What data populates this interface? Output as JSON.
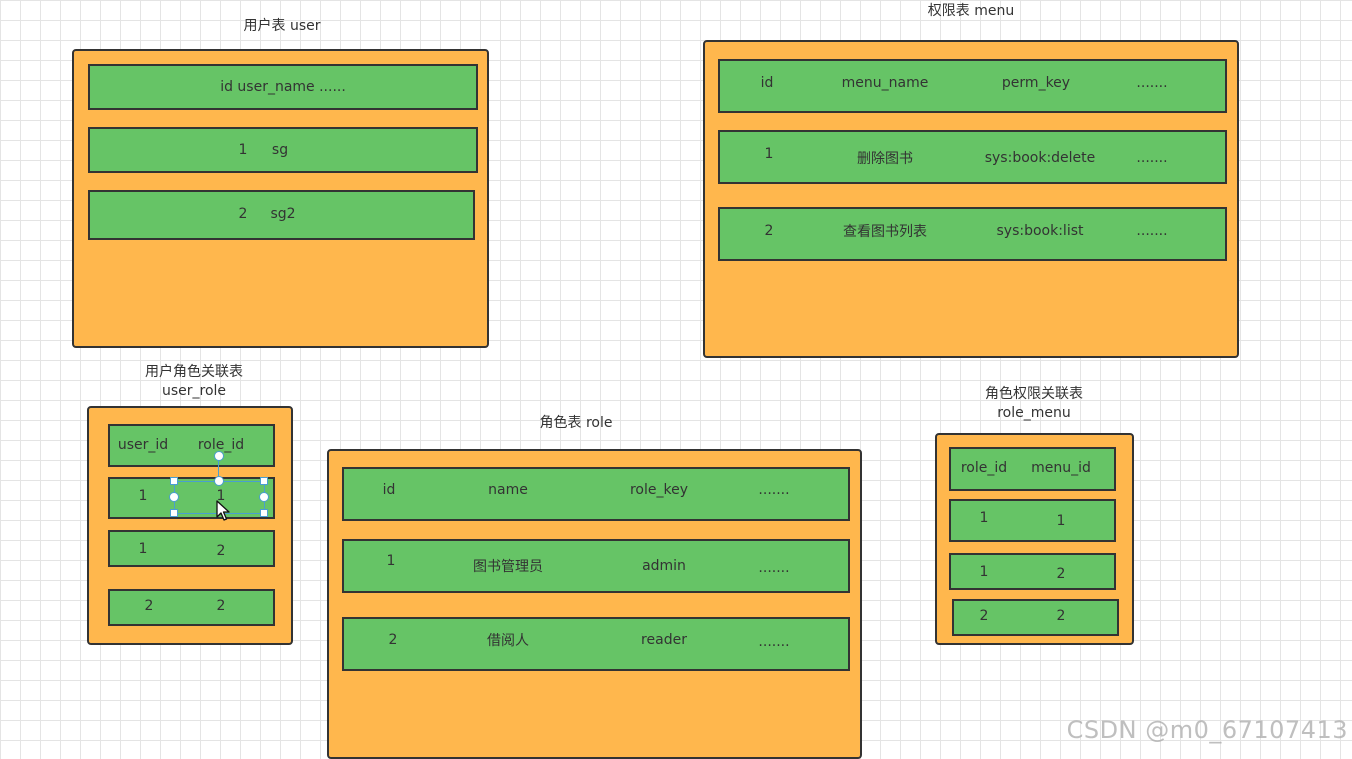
{
  "tables": {
    "user": {
      "title": "用户表  user",
      "header": "id user_name ......",
      "rows": [
        [
          "1",
          "sg"
        ],
        [
          "2",
          "sg2"
        ]
      ]
    },
    "menu": {
      "title": "权限表  menu",
      "header": [
        "id",
        "menu_name",
        "perm_key",
        "......."
      ],
      "rows": [
        [
          "1",
          "删除图书",
          "sys:book:delete",
          "......."
        ],
        [
          "2",
          "查看图书列表",
          "sys:book:list",
          "......."
        ]
      ]
    },
    "user_role": {
      "title_line1": "用户角色关联表",
      "title_line2": "user_role",
      "header": [
        "user_id",
        "role_id"
      ],
      "rows": [
        [
          "1",
          "1"
        ],
        [
          "1",
          "2"
        ],
        [
          "2",
          "2"
        ]
      ]
    },
    "role": {
      "title": "角色表   role",
      "header": [
        "id",
        "name",
        "role_key",
        "......."
      ],
      "rows": [
        [
          "1",
          "图书管理员",
          "admin",
          "......."
        ],
        [
          "2",
          "借阅人",
          "reader",
          "......."
        ]
      ]
    },
    "role_menu": {
      "title_line1": "角色权限关联表",
      "title_line2": "role_menu",
      "header": [
        "role_id",
        "menu_id"
      ],
      "rows": [
        [
          "1",
          "1"
        ],
        [
          "1",
          "2"
        ],
        [
          "2",
          "2"
        ]
      ]
    }
  },
  "watermark": "CSDN @m0_67107413",
  "colors": {
    "table_fill": "#ffb74d",
    "row_fill": "#66c466",
    "border": "#333333",
    "selection": "#4a9fd0"
  },
  "cursor_icon": "arrow-cursor-icon"
}
